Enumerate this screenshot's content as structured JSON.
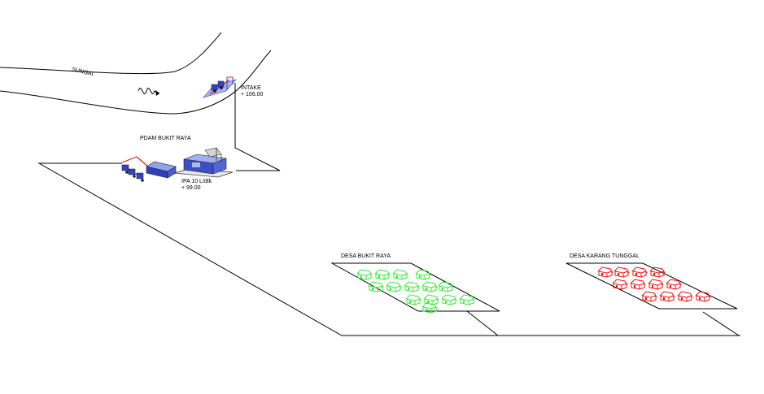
{
  "labels": {
    "sungai": "SUNGAI",
    "intake": "INTAKE",
    "intake_elevation": "+ 106.00",
    "pdam": "PDAM BUKIT RAYA",
    "ipa_capacity": "IPA  10 L/dtk",
    "ipa_elevation": "+ 99.00",
    "desa_bukit_raya": "DESA BUKIT RAYA",
    "desa_karang_tunggal": "DESA KARANG TUNGGAL"
  },
  "icons": {
    "river_flow": "wavy-flow-arrow-icon",
    "intake_pump": "intake-pump-icon",
    "treatment_plant": "water-treatment-plant-icon",
    "reservoir": "reservoir-tank-icon",
    "distribution_pump": "distribution-pump-icon",
    "house": "house-icon"
  },
  "colors": {
    "line": "#000000",
    "desa_bukit_raya_houses": "#33ee33",
    "desa_karang_tunggal_houses": "#ee1111",
    "equipment_blue": "#3344cc",
    "pipe_red": "#dd2222"
  },
  "villages": {
    "desa_bukit_raya_house_count": 14,
    "desa_karang_tunggal_house_count": 12
  }
}
